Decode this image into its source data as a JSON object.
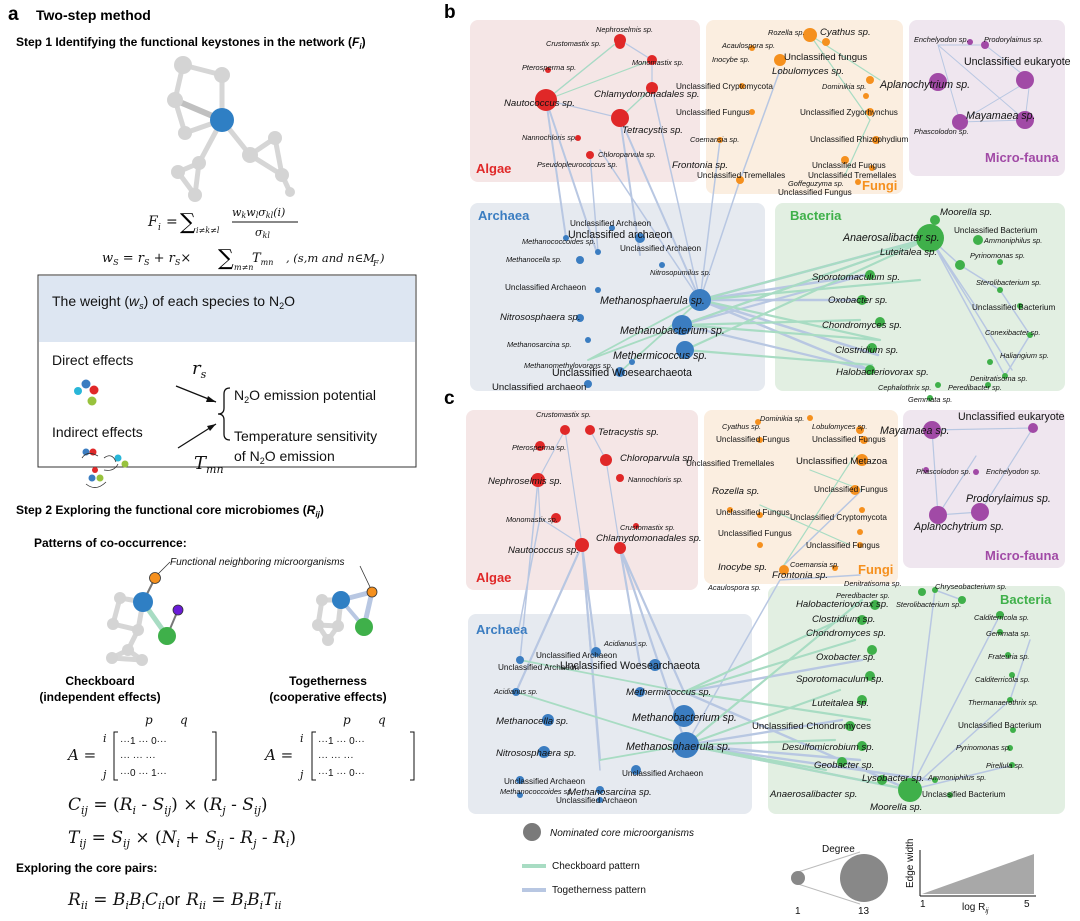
{
  "panel_a": {
    "letter": "a",
    "title": "Two-step method",
    "step1": "Step 1 Identifying the functional keystones in the network (",
    "step1_sym": "F",
    "step1_sub": "i",
    "step1_end": ")",
    "eq_fi": "F",
    "eq_fi_rhs": "w",
    "eq_ws": "w",
    "eq_ws_tail": ", (s,m and n∈M",
    "eq_ws_sub": "F",
    "box_title": "The weight (",
    "box_title_sym": "w",
    "box_title_sub": "s",
    "box_title_end": ") of each species to N",
    "box_title_o": "O",
    "direct": "Direct effects",
    "indirect": "Indirect effects",
    "rs": "r",
    "rs_sub": "s",
    "tmn": "T",
    "tmn_sub": "mn",
    "emission_potential": "N",
    "emission_potential_end": "O emission potential",
    "temp_sens_1": "Temperature sensitivity",
    "temp_sens_2": "of N",
    "temp_sens_2_end": "O emission",
    "step2": "Step 2 Exploring the functional core microbiomes (",
    "step2_sym": "R",
    "step2_sub": "ij",
    "step2_end": ")",
    "patterns": "Patterns of co-occurrence:",
    "fnm": "Functional neighboring microorganisms",
    "checkboard_1": "Checkboard",
    "checkboard_2": "(independent effects)",
    "togetherness_1": "Togetherness",
    "togetherness_2": "(cooperative effects)",
    "p": "p",
    "q": "q",
    "i": "i",
    "j": "j",
    "A_eq": "A =",
    "mat1_r1": "···1   ···   0···",
    "mat1_r2": "···    ···    ···",
    "mat1_r3": "···0   ···   1···",
    "mat2_r1": "···1   ···   0···",
    "mat2_r2": "···    ···    ···",
    "mat2_r3": "···1   ···   0···",
    "cij": "C",
    "tij": "T",
    "core_pairs": "Exploring the core pairs:",
    "or": "or"
  },
  "panel_b": {
    "letter": "b",
    "groups": {
      "algae": "Algae",
      "fungi": "Fungi",
      "microfauna": "Micro-fauna",
      "archaea": "Archaea",
      "bacteria": "Bacteria"
    },
    "labels": {
      "nephroselmis": "Nephroselmis sp.",
      "crustomastix": "Crustomastix sp.",
      "monomastix": "Monomastix sp.",
      "pterosperma": "Pterosperma sp.",
      "chlamydomonadales": "Chlamydomonadales sp.",
      "nautococcus": "Nautococcus sp.",
      "tetracystis": "Tetracystis sp.",
      "nannochloris": "Nannochloris sp.",
      "chloroparvula": "Chloroparvula sp.",
      "pseudopleurococcus": "Pseudopleurococcus sp.",
      "rozella": "Rozella sp.",
      "acaulospora": "Acaulospora sp.",
      "cyathus": "Cyathus sp.",
      "inocybe": "Inocybe sp.",
      "unc_fungus1": "Unclassified fungus",
      "lobulomyces": "Lobulomyces sp.",
      "unc_crypto": "Unclassified Cryptomycota",
      "dominikia": "Dominikia sp.",
      "unc_fungus2": "Unclassified Fungus",
      "unc_zygo": "Unclassified Zygorhynchus",
      "coemansia": "Coemansia sp.",
      "unc_rhizo": "Unclassified Rhizophydium",
      "frontonia": "Frontonia sp.",
      "unc_fungus3": "Unclassified Fungus",
      "unc_trem1": "Unclassified Tremellales",
      "unc_trem2": "Unclassified Tremellales",
      "goffeguzyma": "Goffeguzyma sp.",
      "unc_fungus4": "Unclassified Fungus",
      "enchelyodon": "Enchelyodon sp.",
      "prodorylaimus": "Prodorylaimus sp.",
      "unc_euk": "Unclassified eukaryote",
      "aplanochytrium": "Aplanochytrium sp.",
      "mayamaea": "Mayamaea sp.",
      "phascolodon": "Phascolodon sp.",
      "unc_arch1": "Unclassified Archaeon",
      "unc_arch2": "Unclassified archaeon",
      "methanococcoides": "Methanococcoides sp.",
      "unc_arch3": "Unclassified Archaeon",
      "methanocella": "Methanocella sp.",
      "nitrosopumilus": "Nitrosopumilus sp.",
      "unc_arch4": "Unclassified Archaeon",
      "methanosphaerula": "Methanosphaerula sp.",
      "nitrososphaera": "Nitrososphaera sp.",
      "methanobacterium": "Methanobacterium sp.",
      "methanosarcina": "Methanosarcina sp.",
      "methermicoccus": "Methermicoccus sp.",
      "methanomethylovorans": "Methanomethylovorans sp.",
      "unc_woese": "Unclassified Woesearchaeota",
      "unc_arch5": "Unclassified archaeon",
      "moorella": "Moorella sp.",
      "anaerosalibacter": "Anaerosalibacter sp.",
      "unc_bact1": "Unclassified Bacterium",
      "ammoniphilus": "Ammoniphilus sp.",
      "luteitalea": "Luteitalea sp.",
      "pyrinomonas": "Pyrinomonas sp.",
      "sporotomaculum": "Sporotomaculum sp.",
      "sterolibacterium": "Sterolibacterium sp.",
      "oxobacter": "Oxobacter sp.",
      "unc_bact2": "Unclassified Bacterium",
      "conexibacter": "Conexibacter sp.",
      "chondromyces": "Chondromyces sp.",
      "haliangium": "Haliangium sp.",
      "clostridium": "Clostridium sp.",
      "halobacteriovorax": "Halobacteriovorax sp.",
      "denitratisoma": "Denitratisoma sp.",
      "cephalothrix": "Cephalothrix sp.",
      "peredibacter": "Peredibacter sp.",
      "gemmata": "Gemmata sp."
    }
  },
  "panel_c": {
    "letter": "c",
    "groups": {
      "algae": "Algae",
      "fungi": "Fungi",
      "microfauna": "Micro-fauna",
      "archaea": "Archaea",
      "bacteria": "Bacteria"
    },
    "labels": {
      "crustomastix": "Crustomastix sp.",
      "tetracystis": "Tetracystis sp.",
      "pterosperma": "Pterosperma sp.",
      "chloroparvula": "Chloroparvula sp.",
      "nannochloris": "Nannochloris sp.",
      "nephroselmis": "Nephroselmis sp.",
      "monomastix": "Monomastix sp.",
      "crustomastix2": "Crustomastix sp.",
      "chlamydomonadales": "Chlamydomonadales sp.",
      "nautococcus": "Nautococcus sp.",
      "dominikia": "Dominikia sp.",
      "cyathus": "Cyathus sp.",
      "lobulomyces": "Lobulomyces sp.",
      "unc_fungus1": "Unclassified Fungus",
      "unc_fungus2": "Unclassified Fungus",
      "unc_trem": "Unclassified Tremellales",
      "unc_metazoa": "Unclassified Metazoa",
      "rozella": "Rozella sp.",
      "unc_fungus3": "Unclassified Fungus",
      "unc_fungus4": "Unclassified Fungus",
      "unc_crypto": "Unclassified Cryptomycota",
      "unc_fungus5": "Unclassified Fungus",
      "unc_fungus6": "Unclassified Fungus",
      "inocybe": "Inocybe sp.",
      "coemansia": "Coemansia sp.",
      "frontonia": "Frontonia sp.",
      "acaulospora": "Acaulospora sp.",
      "unc_euk": "Unclassified eukaryote",
      "mayamaea": "Mayamaea sp.",
      "phascolodon": "Phascolodon sp.",
      "enchelyodon": "Enchelyodon sp.",
      "prodorylaimus": "Prodorylaimus sp.",
      "aplanochytrium": "Aplanochytrium sp.",
      "acidianus1": "Acidianus sp.",
      "unc_arch1": "Unclassified Archaeon",
      "unc_arch2": "Unclassified Archaeon",
      "unc_woese": "Unclassified Woesearchaeota",
      "acidianus2": "Acidianus sp.",
      "methermicoccus": "Methermicoccus sp.",
      "methanocella": "Methanocella sp.",
      "methanobacterium": "Methanobacterium sp.",
      "methanosphaerula": "Methanosphaerula sp.",
      "nitrososphaera": "Nitrososphaera sp.",
      "unc_arch3": "Unclassified Archaeon",
      "unc_arch4": "Unclassified Archaeon",
      "methanococcoides": "Methanococcoides sp.",
      "methanosarcina": "Methanosarcina sp.",
      "unc_arch5": "Unclassified Archaeon",
      "denitratisoma": "Denitratisoma sp.",
      "chryseobacterium": "Chryseobacterium sp.",
      "peredibacter": "Peredibacter sp.",
      "halobacteriovorax": "Halobacteriovorax sp.",
      "sterolibacterium": "Sterolibacterium sp.",
      "clostridium": "Clostridium sp.",
      "calditerricola1": "Calditerricola sp.",
      "chondromyces": "Chondromyces sp.",
      "gemmata": "Gemmata sp.",
      "oxobacter": "Oxobacter sp.",
      "frateuria": "Frateuria sp.",
      "sporotomaculum": "Sporotomaculum sp.",
      "calditerricola2": "Calditerricola sp.",
      "luteitalea": "Luteitalea sp.",
      "thermanaerothrix": "Thermanaerothrix sp.",
      "unc_chondro": "Unclassified Chondromyces",
      "unc_bact1": "Unclassified Bacterium",
      "desulfomicrobium": "Desulfomicrobium sp.",
      "pyrinomonas": "Pyrinomonas sp.",
      "geobacter": "Geobacter sp.",
      "pirellula": "Pirellula sp.",
      "lysobacter": "Lysobacter sp.",
      "ammoniphilus": "Ammoniphilus sp.",
      "anaerosalibacter": "Anaerosalibacter sp.",
      "unc_bact2": "Unclassified Bacterium",
      "moorella": "Moorella sp."
    }
  },
  "legend": {
    "nominated": "Nominated core microorganisms",
    "checkboard": "Checkboard pattern",
    "togetherness": "Togetherness pattern",
    "degree": "Degree",
    "deg_min": "1",
    "deg_max": "13",
    "edge_width": "Edge width",
    "logr": "log R",
    "logr_sub": "ij",
    "lr_min": "1",
    "lr_max": "5"
  },
  "colors": {
    "algae": "#e02828",
    "fungi": "#f5901e",
    "microfauna": "#a14aa6",
    "archaea": "#3b7dc1",
    "bacteria": "#3fb04a",
    "algae_bg": "#f5e6e6",
    "fungi_bg": "#fbeee0",
    "microfauna_bg": "#efe6ef",
    "archaea_bg": "#e6eaf0",
    "bacteria_bg": "#e2efe2",
    "checkboard_edge": "#a8dcc3",
    "togetherness_edge": "#b8c7e2",
    "keystone": "#2f7fc4",
    "grey_node": "#d4d4d4"
  }
}
